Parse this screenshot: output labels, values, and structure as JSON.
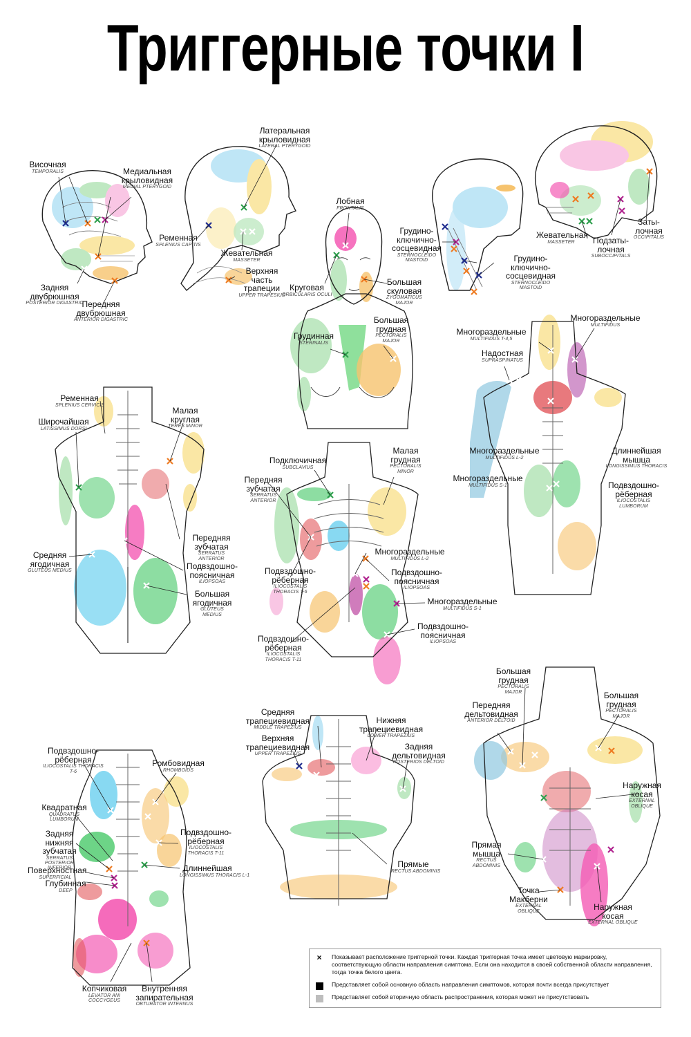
{
  "title": "Триггерные точки I",
  "legend": {
    "marker_symbol": "×",
    "marker_text": "Показывает расположение триггерной точки. Каждая триггерная точка имеет цветовую маркировку, соответствующую области направления симптома. Если она находится в своей собственной области направления, тогда точка белого цвета.",
    "primary_text": "Представляет собой основную область направления симптомов, которая почти всегда присутствует",
    "secondary_text": "Представляет собой вторичную область распространения, которая может не присутствовать"
  },
  "colors": {
    "pink": "#f45bb4",
    "magenta": "#b0248f",
    "blue": "#55c9ec",
    "navy": "#1f2d8f",
    "green": "#5dcf7a",
    "orange": "#ee7b22",
    "yellow": "#f5d764",
    "apricot": "#f6c36e",
    "lightgreen": "#bfe8c2",
    "lightblue": "#bfe6f6",
    "red": "#e2585c"
  },
  "labels": [
    {
      "ru": "Височная",
      "la": "TEMPORALIS"
    },
    {
      "ru": "Латеральная крыловидная",
      "la": "LATERAL PTERYGOID"
    },
    {
      "ru": "Медиальная крыловидная",
      "la": "MEDIAL PTERYGOID"
    },
    {
      "ru": "Ременная",
      "la": "SPLENIUS CAPITIS"
    },
    {
      "ru": "Жевательная",
      "la": "MASSETER"
    },
    {
      "ru": "Верхняя часть трапеции",
      "la": "UPPER TRAPESIUS"
    },
    {
      "ru": "Задняя двубрюшная",
      "la": "POSTERIOR DIGASTRIC"
    },
    {
      "ru": "Передняя двубрюшная",
      "la": "ANTERIOR DIGASTRIC"
    },
    {
      "ru": "Лобная",
      "la": "FRONTALIS"
    },
    {
      "ru": "Круговая",
      "la": "ORBICULARIS OCULI"
    },
    {
      "ru": "Большая скуловая",
      "la": "ZYGOMATICUS MAJOR"
    },
    {
      "ru": "Грудино-ключично-сосцевидная",
      "la": "STERNOCLEIDO MASTOID"
    },
    {
      "ru": "Грудино-ключично-сосцевидная",
      "la": "STERNOCLEIDO MASTOID"
    },
    {
      "ru": "Жевательная",
      "la": "MASSETER"
    },
    {
      "ru": "Подзаты-лочная",
      "la": "SUBOCCIPITALS"
    },
    {
      "ru": "Заты-лочная",
      "la": "OCCIPITALIS"
    },
    {
      "ru": "Грудинная",
      "la": "STERINALIS"
    },
    {
      "ru": "Большая грудная",
      "la": "PECTORALIS MAJOR"
    },
    {
      "ru": "Многораздельные",
      "la": "MULTIFIDUS T-4,5"
    },
    {
      "ru": "Многораздельные",
      "la": "MULTIFIDUS"
    },
    {
      "ru": "Надостная",
      "la": "SUPRASPINATUS"
    },
    {
      "ru": "Ременная",
      "la": "SPLENIUS CERVICIS"
    },
    {
      "ru": "Широчайшая",
      "la": "LATISSIMUS DORSI"
    },
    {
      "ru": "Малая круглая",
      "la": "TERES MINOR"
    },
    {
      "ru": "Передняя зубчатая",
      "la": "SERRATUS ANTERIOR"
    },
    {
      "ru": "Средняя ягодичная",
      "la": "GLUTEUS MEDIUS"
    },
    {
      "ru": "Подвздошно-поясничная",
      "la": "ILIOPSOAS"
    },
    {
      "ru": "Большая ягодичная",
      "la": "GLUTEUS MEDIUS"
    },
    {
      "ru": "Подключичная",
      "la": "SUBCLAVIUS"
    },
    {
      "ru": "Малая грудная",
      "la": "PECTORALIS MINOR"
    },
    {
      "ru": "Передняя зубчатая",
      "la": "SERRATUS ANTERIOR"
    },
    {
      "ru": "Многораздельные",
      "la": "MULTIFIDUS L-2"
    },
    {
      "ru": "Подвздошно-рёберная",
      "la": "ILIOCOSTALIS THORACIS T-6"
    },
    {
      "ru": "Подвздошно-поясничная",
      "la": "ILIOPSOAS"
    },
    {
      "ru": "Многораздельные",
      "la": "MULTIFIDUS S-1"
    },
    {
      "ru": "Подвздошно-рёберная",
      "la": "ILIOCOSTALIS THORACIS T-11"
    },
    {
      "ru": "Подвздошно-поясничная",
      "la": "ILIOPSOAS"
    },
    {
      "ru": "Многораздельные",
      "la": "MULTIFIDUS L-2"
    },
    {
      "ru": "Многораздельные",
      "la": "MULTIFIDUS S-1"
    },
    {
      "ru": "Длиннейшая мышца",
      "la": "LONGISSIMUS THORACIS"
    },
    {
      "ru": "Подвздошно-рёберная",
      "la": "ILIOCOSTALIS LUMBORUM"
    },
    {
      "ru": "Большая грудная",
      "la": "PECTORALIS MAJOR"
    },
    {
      "ru": "Передняя дельтовидная",
      "la": "ANTERIOR DELTOID"
    },
    {
      "ru": "Большая грудная",
      "la": "PECTORALIS MAJOR"
    },
    {
      "ru": "Средняя трапециевидная",
      "la": "MIDDLE TRAPEZIUS"
    },
    {
      "ru": "Нижняя трапециевидная",
      "la": "LOWER TRAPEZIUS"
    },
    {
      "ru": "Верхняя трапециевидная",
      "la": "UPPER TRAPEZIUS"
    },
    {
      "ru": "Задняя дельтовидная",
      "la": "POSTERIOS DELTOID"
    },
    {
      "ru": "Наружная косая",
      "la": "EXTERNAL OBLIQUE"
    },
    {
      "ru": "Подвздошно-рёберная",
      "la": "ILIOCOSTALIS THORACIS T-6"
    },
    {
      "ru": "Ромбовидная",
      "la": "RHOMBOIDS"
    },
    {
      "ru": "Квадратная",
      "la": "QUADRATUS LUMBORUM"
    },
    {
      "ru": "Подвздошно-рёберная",
      "la": "ILIOCOSTALIS THORACIS T-11"
    },
    {
      "ru": "Задняя нижняя зубчатая",
      "la": "SERRATUS POSTERIOR INFERIOR"
    },
    {
      "ru": "Длиннейшая",
      "la": "LONGISSIMUS THORACIS L-1"
    },
    {
      "ru": "Поверхностная",
      "la": "SUPERFICIAL"
    },
    {
      "ru": "Глубинная",
      "la": "DEEP"
    },
    {
      "ru": "Прямые",
      "la": "RECTUS ABDOMINIS"
    },
    {
      "ru": "Прямая мышца",
      "la": "RECTUS ABDOMINIS"
    },
    {
      "ru": "Точка Макберни",
      "la": "EXTERNAL OBLIQUE"
    },
    {
      "ru": "Наружная косая",
      "la": "EXTERNAL OBLIQUE"
    },
    {
      "ru": "Копчиковая",
      "la": "LEVATOR ANI COCCYGEUS"
    },
    {
      "ru": "Внутренняя запирательная",
      "la": "OBTURATOR INTERNUS"
    }
  ]
}
